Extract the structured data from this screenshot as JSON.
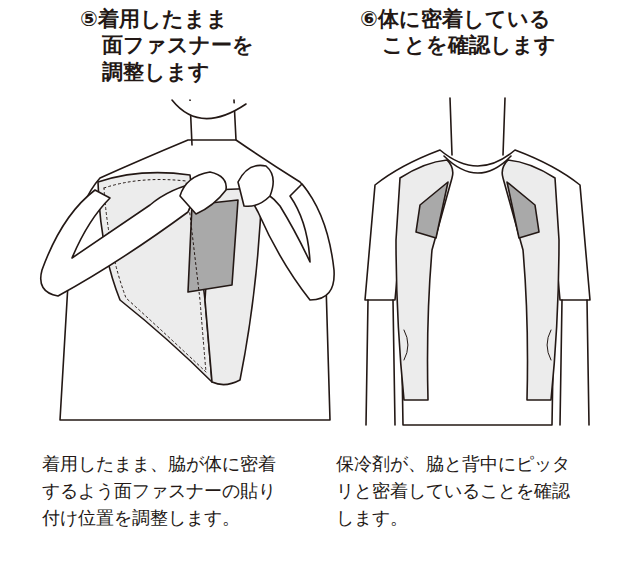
{
  "diagram": {
    "labels": [
      "⑤着用したまま 面ファスナーを 調整します",
      "⑥体に密着している ことを確認します",
      "着用したまま、脇が体に密着するよう面ファスナーの貼り付け位置を調整します。",
      "保冷剤が、脇と背中にピッタリと密着していることを確認します。"
    ]
  }
}
